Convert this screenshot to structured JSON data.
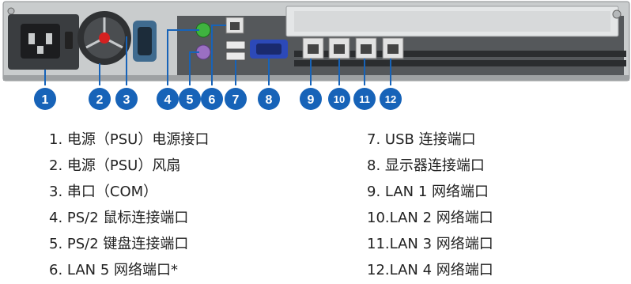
{
  "callouts": [
    "1",
    "2",
    "3",
    "4",
    "5",
    "6",
    "7",
    "8",
    "9",
    "10",
    "11",
    "12"
  ],
  "legend": {
    "left": [
      "1. 电源（PSU）电源接口",
      "2. 电源（PSU）风扇",
      "3. 串口（COM）",
      "4. PS/2 鼠标连接端口",
      "5. PS/2 键盘连接端口",
      "6. LAN 5 网络端口*"
    ],
    "right": [
      "7. USB 连接端口",
      "8. 显示器连接端口",
      "9. LAN 1 网络端口",
      "10.LAN 2 网络端口",
      "11.LAN 3 网络端口",
      "12.LAN 4 网络端口"
    ]
  },
  "colors": {
    "callout_fill": "#1763b8",
    "chassis": "#c9cccd",
    "chassis_dark": "#3d4043",
    "rj45": "#e2e2e2",
    "vga": "#2c49b8",
    "ps2_mouse": "#3fb33f",
    "ps2_keyboard": "#9a6fc2",
    "fan_accent": "#d42020"
  }
}
